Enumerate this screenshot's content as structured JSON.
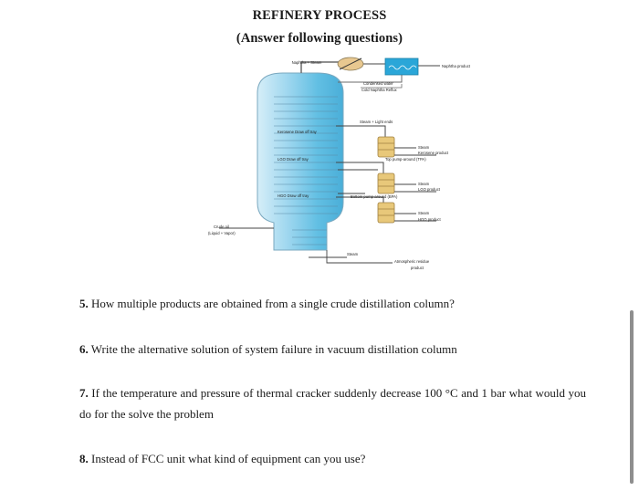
{
  "header": {
    "title": "REFINERY PROCESS",
    "subtitle": "(Answer following questions)"
  },
  "diagram": {
    "labels": {
      "naphtha_steam": "Naphtha + Steam",
      "naphtha_product": "Naphtha product",
      "condensed_water": "Condensed water",
      "cold_naphtha_reflux": "Cold Naphtha Reflux",
      "steam_light_ends": "Steam + Light ends",
      "kerosene_draw": "Kerosene Draw off tray",
      "steam_1": "Steam",
      "kerosene_product": "Kerosene product",
      "top_pump_around": "Top pump-around (TPA)",
      "lgo_draw": "LGO Draw off tray",
      "steam_2": "Steam",
      "lgo_product": "LGO product",
      "bottom_pump_around": "Bottom pump-around (BPA)",
      "hgo_draw": "HGO Draw off tray",
      "steam_3": "Steam",
      "hgo_product": "HGO product",
      "crude_oil": "Crude oil",
      "liquid_vapor": "(Liquid + Vapor)",
      "steam_bottom": "Steam",
      "atmospheric_residue": "Atmospheric residue",
      "residue_product": "product"
    },
    "colors": {
      "column_light": "#d6eef8",
      "column_mid": "#62bfe3",
      "condenser": "#2aa6d8",
      "stripper": "#e8c87a",
      "exchanger": "#e8c890"
    }
  },
  "questions": [
    {
      "number": "5.",
      "text": "How multiple products are obtained from a single crude distillation column?"
    },
    {
      "number": "6.",
      "text": "Write the alternative solution of system failure in vacuum distillation column"
    },
    {
      "number": "7.",
      "text": "If the temperature and pressure of thermal cracker suddenly decrease 100 °C and 1 bar what would you do for the solve the problem"
    },
    {
      "number": "8.",
      "text": "Instead of FCC unit what kind of equipment can you use?"
    }
  ]
}
